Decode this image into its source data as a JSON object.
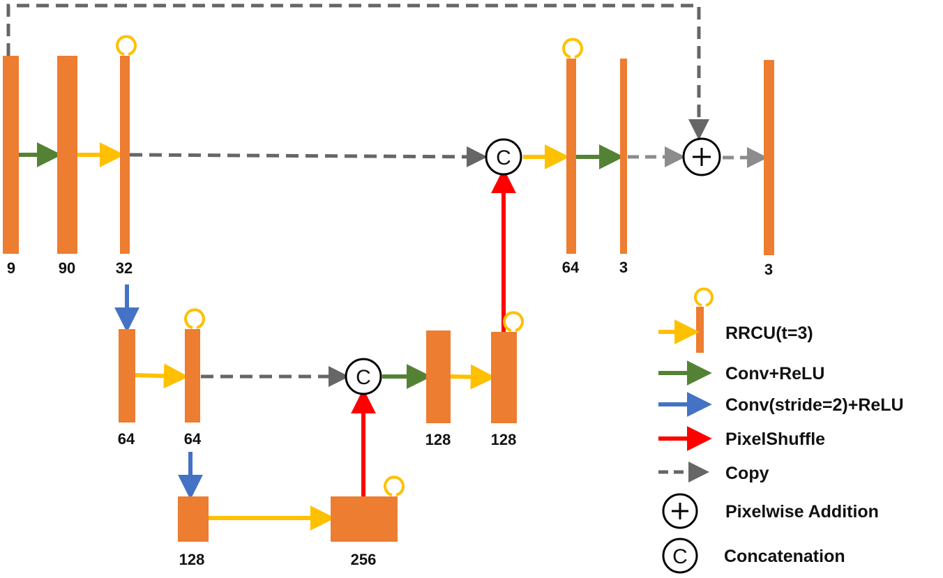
{
  "colors": {
    "block": "#ED7D31",
    "rrcu": "#FFC000",
    "conv_relu": "#548235",
    "conv_stride": "#4472C4",
    "pixelshuffle": "#FF0000",
    "copy": "#666666",
    "node_stroke": "#000000"
  },
  "blocks": [
    {
      "id": "in",
      "label": "9"
    },
    {
      "id": "b90",
      "label": "90"
    },
    {
      "id": "b32",
      "label": "32"
    },
    {
      "id": "e64a",
      "label": "64"
    },
    {
      "id": "e64b",
      "label": "64"
    },
    {
      "id": "bt128",
      "label": "128"
    },
    {
      "id": "bt256",
      "label": "256"
    },
    {
      "id": "d128a",
      "label": "128"
    },
    {
      "id": "d128b",
      "label": "128"
    },
    {
      "id": "t64",
      "label": "64"
    },
    {
      "id": "t3",
      "label": "3"
    },
    {
      "id": "out3",
      "label": "3"
    }
  ],
  "nodes": {
    "concat_symbol": "C",
    "add_symbol": "+"
  },
  "legend": {
    "rrcu": "RRCU(t=3)",
    "conv_relu": "Conv+ReLU",
    "conv_stride": "Conv(stride=2)+ReLU",
    "pixelshuffle": "PixelShuffle",
    "copy": "Copy",
    "pixelwise_addition": "Pixelwise Addition",
    "concatenation": "Concatenation"
  }
}
